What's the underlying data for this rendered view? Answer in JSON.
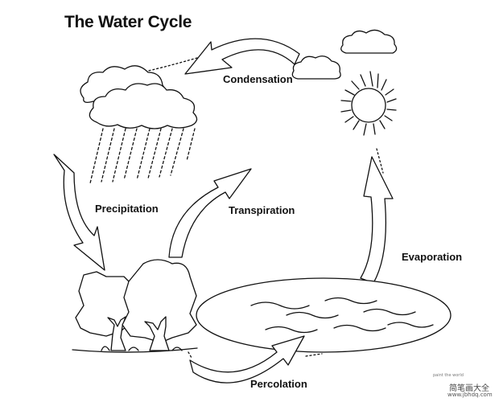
{
  "title": "The Water Cycle",
  "labels": {
    "condensation": "Condensation",
    "precipitation": "Precipitation",
    "transpiration": "Transpiration",
    "evaporation": "Evaporation",
    "percolation": "Percolation"
  },
  "watermark": {
    "tagline": "paint the world",
    "site_name": "简笔画大全",
    "site_url": "www.jbhdq.com"
  },
  "colors": {
    "ink": "#111111",
    "background": "#ffffff"
  }
}
